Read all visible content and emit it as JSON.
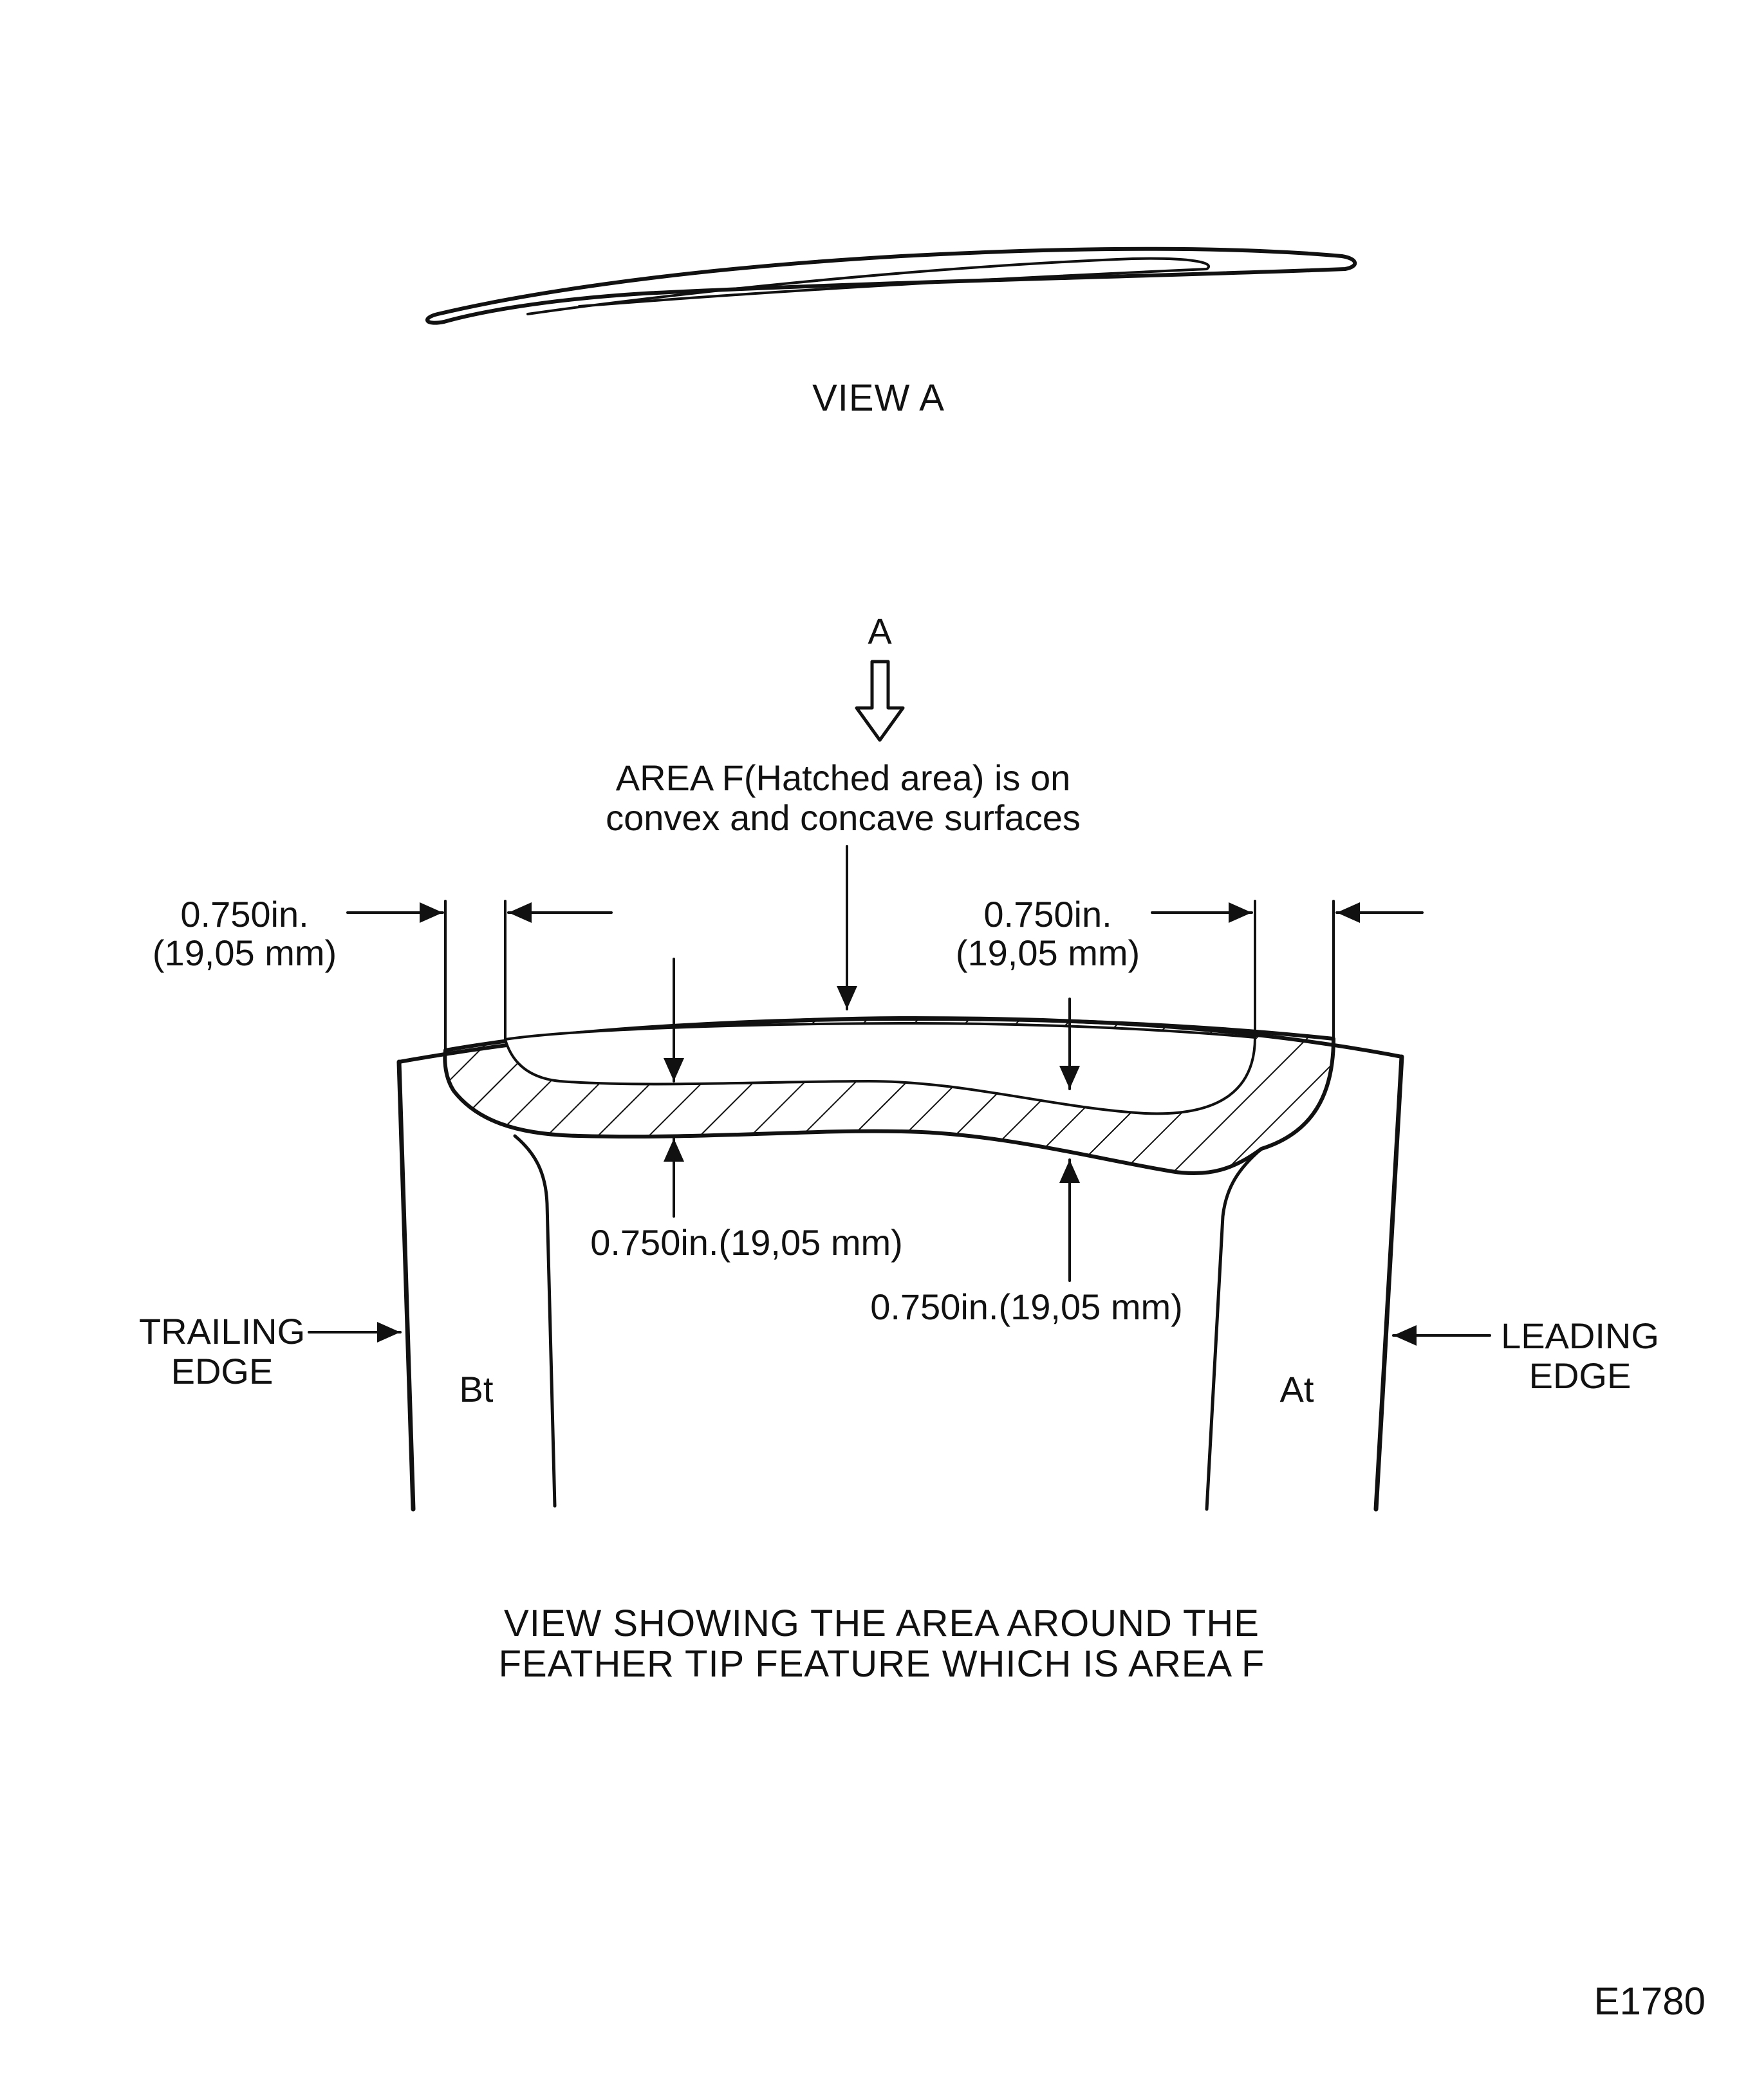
{
  "view_a": {
    "caption": "VIEW  A"
  },
  "direction_marker": {
    "letter": "A"
  },
  "area_note": {
    "line1": "AREA  F(Hatched  area)  is  on",
    "line2": "convex  and  concave  surfaces"
  },
  "dimensions": {
    "left_top_in": "0.750in.",
    "left_top_mm": "(19,05 mm)",
    "right_top_in": "0.750in.",
    "right_top_mm": "(19,05 mm)",
    "left_bottom": "0.750in.(19,05 mm)",
    "right_bottom": "0.750in.(19,05 mm)"
  },
  "edges": {
    "trailing_line1": "TRAILING",
    "trailing_line2": "EDGE",
    "leading_line1": "LEADING",
    "leading_line2": "EDGE"
  },
  "zones": {
    "left": "Bt",
    "right": "At"
  },
  "main_caption": {
    "line1": "VIEW  SHOWING  THE  AREA  AROUND  THE",
    "line2": "FEATHER  TIP  FEATURE  WHICH  IS  AREA  F"
  },
  "figure_id": "E1780",
  "colors": {
    "ink": "#111111",
    "paper": "#ffffff"
  }
}
